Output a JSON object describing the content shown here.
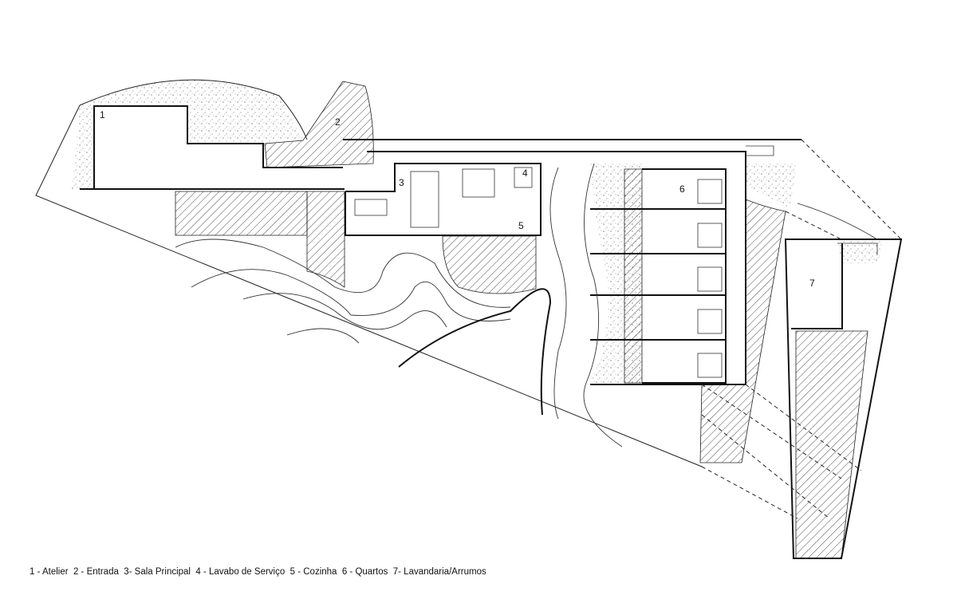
{
  "drawing": {
    "room_numbers": [
      "1",
      "2",
      "3",
      "4",
      "5",
      "6",
      "7"
    ]
  },
  "legend": {
    "text": "1 - Atelier  2 - Entrada  3- Sala Principal  4 - Lavabo de Serviço  5 - Cozinha  6 - Quartos  7- Lavandaria/Arrumos"
  }
}
